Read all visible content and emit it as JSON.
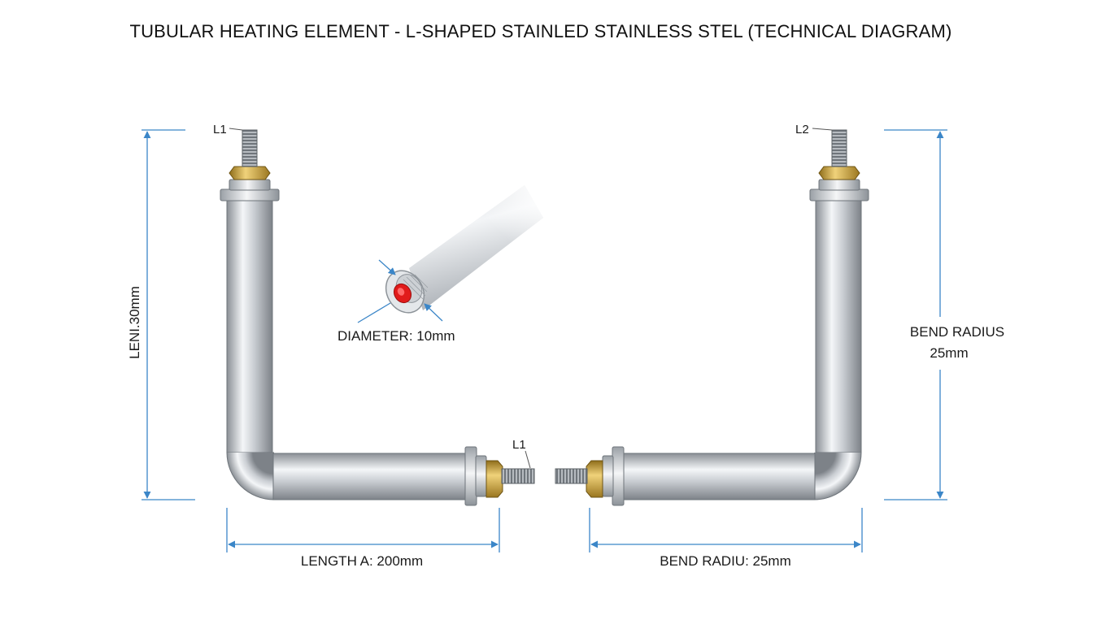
{
  "title": "TUBULAR HEATING ELEMENT - L-SHAPED STAINLED STAINLESS STEL (TECHNICAL DIAGRAM)",
  "labels": {
    "terminal_left_top": "L1",
    "terminal_left_bottom": "L1",
    "terminal_right_top": "L2",
    "length_vertical": "LENI.30mm",
    "diameter": "DIAMETER: 10mm",
    "bend_radius_title": "BEND RADIUS",
    "bend_radius_value": "25mm",
    "length_a": "LENGTH A: 200mm",
    "bend_radius_bottom": "BEND RADIU: 25mm"
  },
  "colors": {
    "dimension": "#3b86c8",
    "steel_dark": "#8e9399",
    "steel_light": "#f2f4f6",
    "brass": "#c9a53c",
    "core": "#e02020"
  }
}
